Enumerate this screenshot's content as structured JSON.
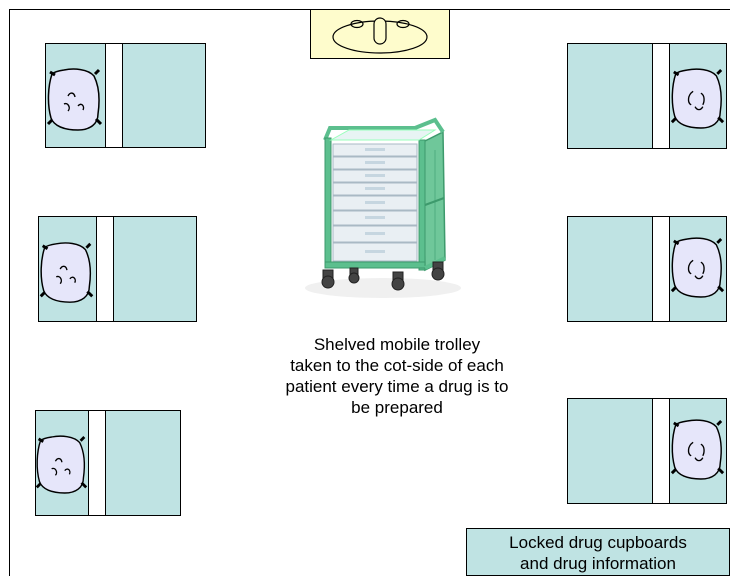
{
  "caption": {
    "line1": "Shelved mobile trolley",
    "line2": "taken to the cot-side of each",
    "line3": "patient every time a drug is to",
    "line4": "be prepared"
  },
  "cupboard": {
    "line1": "Locked drug cupboards",
    "line2": "and drug information"
  },
  "colors": {
    "bed": "#bfe3e3",
    "pillow": "#e6e6fa",
    "sink": "#fefccc",
    "trolley_frame": "#5cbf8e"
  },
  "icons": [
    "pillow-icon",
    "sink-icon",
    "trolley-icon"
  ]
}
